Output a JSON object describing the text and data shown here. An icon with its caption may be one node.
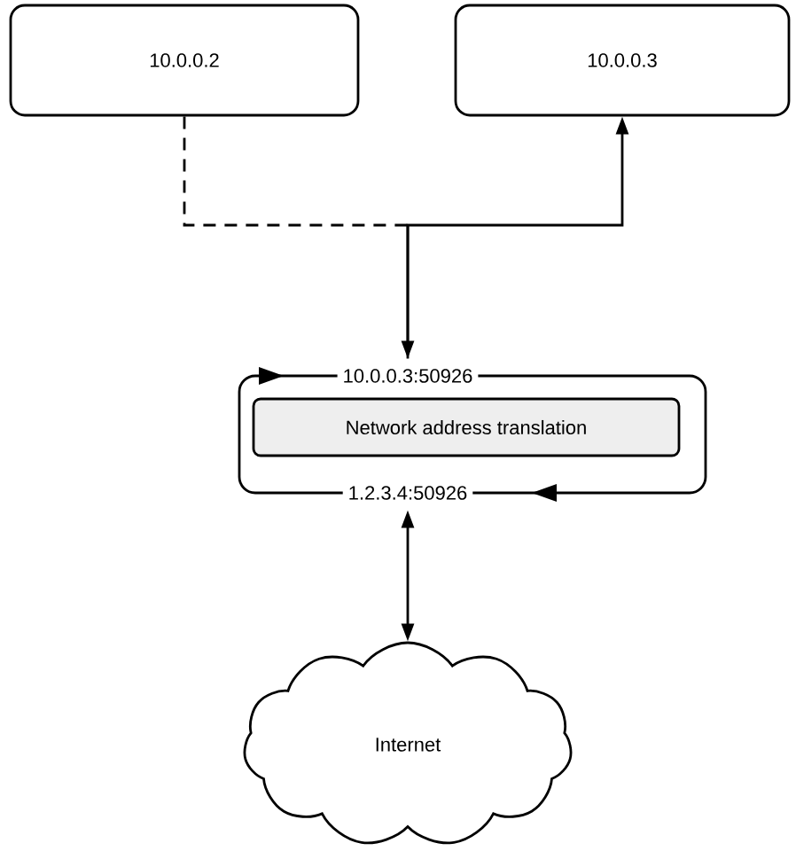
{
  "diagram": {
    "nodes": [
      {
        "text": [
          "10.0.0.2"
        ]
      },
      {
        "text": [
          "10.0.0.3"
        ]
      },
      {
        "text": [
          "10.0.0.3:50926",
          "1.2.3.4:50926"
        ]
      },
      {
        "text": [
          "Network address translation"
        ],
        "in": 2
      },
      {
        "text": [
          "Internet"
        ]
      }
    ],
    "edges": [
      {
        "from": 0,
        "to": 2,
        "arrow": "to",
        "style": "dashed"
      },
      {
        "from": 2,
        "to": 1,
        "arrow": "to"
      },
      {
        "from": 2,
        "to": 4,
        "arrow": "both"
      }
    ]
  }
}
